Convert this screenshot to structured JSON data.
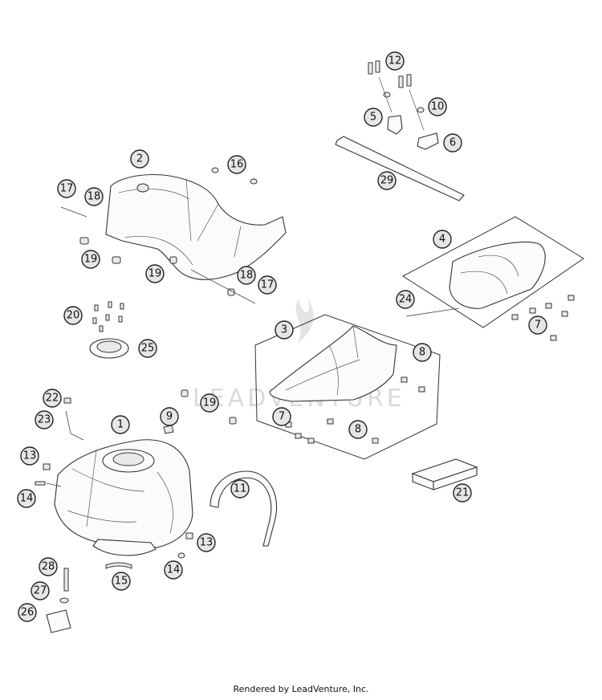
{
  "callouts": [
    {
      "id": "12",
      "label": "12"
    },
    {
      "id": "5",
      "label": "5"
    },
    {
      "id": "10",
      "label": "10"
    },
    {
      "id": "6",
      "label": "6"
    },
    {
      "id": "29",
      "label": "29"
    },
    {
      "id": "2",
      "label": "2"
    },
    {
      "id": "16",
      "label": "16"
    },
    {
      "id": "17a",
      "label": "17"
    },
    {
      "id": "18a",
      "label": "18"
    },
    {
      "id": "19a",
      "label": "19"
    },
    {
      "id": "19b",
      "label": "19"
    },
    {
      "id": "18b",
      "label": "18"
    },
    {
      "id": "17b",
      "label": "17"
    },
    {
      "id": "4",
      "label": "4"
    },
    {
      "id": "24",
      "label": "24"
    },
    {
      "id": "7a",
      "label": "7"
    },
    {
      "id": "20",
      "label": "20"
    },
    {
      "id": "25",
      "label": "25"
    },
    {
      "id": "3",
      "label": "3"
    },
    {
      "id": "8a",
      "label": "8"
    },
    {
      "id": "19c",
      "label": "19"
    },
    {
      "id": "22",
      "label": "22"
    },
    {
      "id": "23",
      "label": "23"
    },
    {
      "id": "1",
      "label": "1"
    },
    {
      "id": "9",
      "label": "9"
    },
    {
      "id": "7b",
      "label": "7"
    },
    {
      "id": "8b",
      "label": "8"
    },
    {
      "id": "13a",
      "label": "13"
    },
    {
      "id": "14a",
      "label": "14"
    },
    {
      "id": "11",
      "label": "11"
    },
    {
      "id": "21",
      "label": "21"
    },
    {
      "id": "13b",
      "label": "13"
    },
    {
      "id": "14b",
      "label": "14"
    },
    {
      "id": "15",
      "label": "15"
    },
    {
      "id": "28",
      "label": "28"
    },
    {
      "id": "27",
      "label": "27"
    },
    {
      "id": "26",
      "label": "26"
    }
  ],
  "watermark": "LEADVENTURE",
  "footer": "Rendered by LeadVenture, Inc."
}
